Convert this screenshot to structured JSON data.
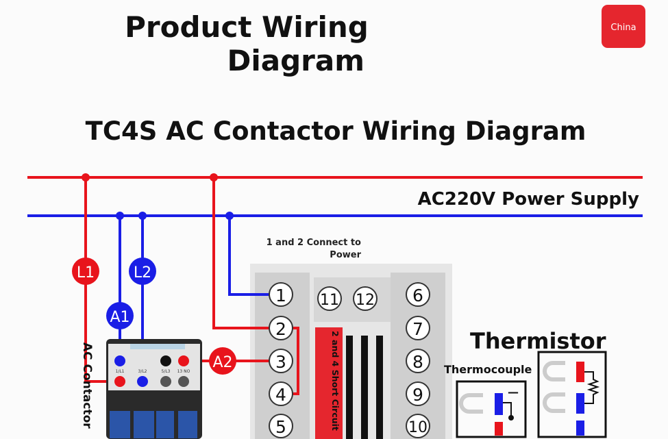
{
  "header": {
    "title_line1": "Product Wiring",
    "title_line2": "Diagram",
    "badge": "China",
    "subtitle": "TC4S AC Contactor Wiring Diagram"
  },
  "power": {
    "label": "AC220V Power Supply",
    "live_color": "#e8141c",
    "neutral_color": "#1a1ee6"
  },
  "markers": {
    "l1": "L1",
    "l2": "L2",
    "a1": "A1",
    "a2": "A2"
  },
  "note": {
    "line1": "1 and 2 Connect to",
    "line2": "Power"
  },
  "short_circuit": "2 and 4 Short Circuit",
  "terminals": {
    "left": [
      "1",
      "2",
      "3",
      "4",
      "5"
    ],
    "middle": [
      "11",
      "12"
    ],
    "right": [
      "6",
      "7",
      "8",
      "9",
      "10"
    ]
  },
  "contactor": {
    "label": "AC Contactor",
    "terminals": [
      "1/L1",
      "3/L2",
      "5/L3",
      "13 NO"
    ]
  },
  "sensors": {
    "thermistor": "Thermistor",
    "thermocouple": "Thermocouple",
    "minus": "—"
  }
}
